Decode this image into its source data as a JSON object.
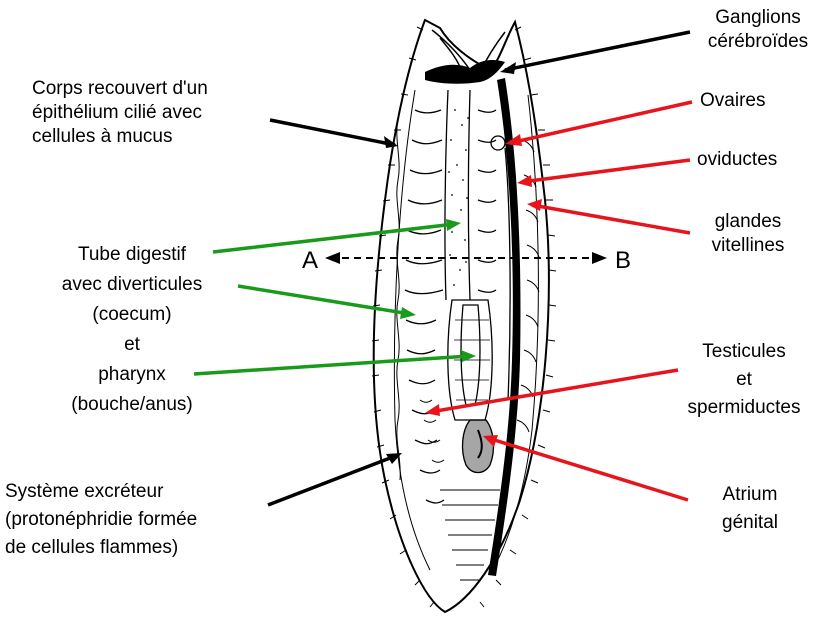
{
  "diagram": {
    "labels": {
      "ganglions": [
        "Ganglions",
        "cérébroïdes"
      ],
      "corps": [
        "Corps recouvert d'un",
        "épithélium cilié avec",
        "cellules à mucus"
      ],
      "ovaires": [
        "Ovaires"
      ],
      "oviductes": [
        "oviductes"
      ],
      "glandes": [
        "glandes",
        "vitellines"
      ],
      "tube": [
        "Tube digestif",
        "avec diverticules",
        "(coecum)",
        "et",
        "pharynx",
        "(bouche/anus)"
      ],
      "testicules": [
        "Testicules",
        "et",
        "spermiductes"
      ],
      "atrium": [
        "Atrium",
        "génital"
      ],
      "excreteur": [
        "Système excréteur",
        "(protonéphridie formée",
        "de cellules flammes)"
      ]
    },
    "axis": {
      "a": "A",
      "b": "B"
    },
    "colors": {
      "black_arrow": "#000000",
      "red_arrow": "#e8141b",
      "green_arrow": "#1a9a1a"
    }
  }
}
